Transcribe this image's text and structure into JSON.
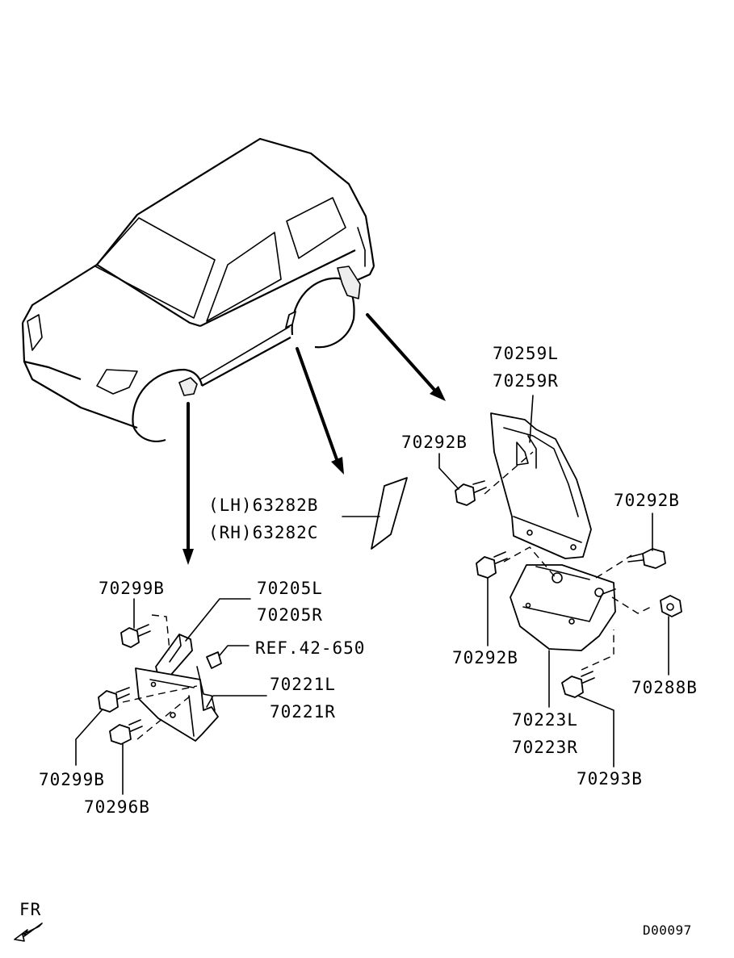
{
  "diagram": {
    "labels": {
      "p70259L": "70259L",
      "p70259R": "70259R",
      "p70292B_a": "70292B",
      "p70292B_b": "70292B",
      "p70292B_c": "70292B",
      "p63282B": "(LH)63282B",
      "p63282C": "(RH)63282C",
      "p70299B_a": "70299B",
      "p70205L": "70205L",
      "p70205R": "70205R",
      "ref": "REF.42-650",
      "p70221L": "70221L",
      "p70221R": "70221R",
      "p70299B_b": "70299B",
      "p70296B": "70296B",
      "p70223L": "70223L",
      "p70223R": "70223R",
      "p70288B": "70288B",
      "p70293B": "70293B"
    },
    "direction_label": "FR",
    "diagram_id": "D00097"
  }
}
